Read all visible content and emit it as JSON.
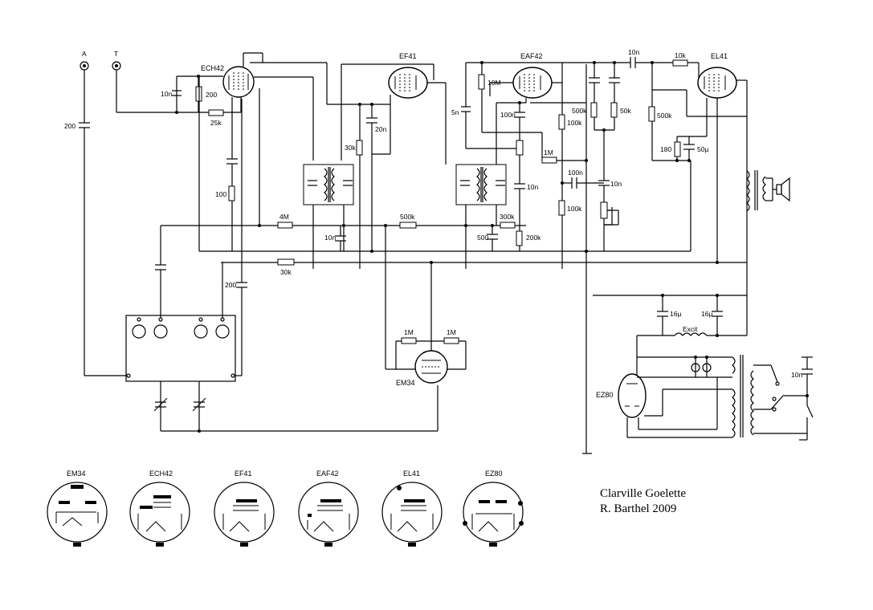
{
  "terminals": {
    "antenna": "A",
    "earth": "T"
  },
  "tubes": {
    "ech42": "ECH42",
    "ef41": "EF41",
    "eaf42": "EAF42",
    "el41": "EL41",
    "em34": "EM34",
    "ez80": "EZ80"
  },
  "components": {
    "c_ant": "200",
    "c_ech_grid": "10n",
    "r_ech_grid": "200",
    "r_25k": "25k",
    "r_100": "100",
    "c_200b": "200",
    "r_4m": "4M",
    "c_10n_b": "10n",
    "r_30k_ef": "30k",
    "c_20n": "20n",
    "r_500k": "500k",
    "r_30k": "30k",
    "c_5n": "5n",
    "r_10m": "10M",
    "c_100n": "100n",
    "r_1m_d": "1M",
    "r_100k_a": "100k",
    "c_10n_c": "10n",
    "r_300k": "300k",
    "c_500": "500",
    "r_200k": "200k",
    "c_10n_top": "10n",
    "r_10k": "10k",
    "r_500k_b": "500k",
    "r_50k": "50k",
    "r_500k_c": "500k",
    "r_180": "180",
    "c_50u": "50µ",
    "c_100n_b": "100n",
    "r_100k_b": "100k",
    "c_10n_d": "10n",
    "r_1m_em_l": "1M",
    "r_1m_em_r": "1M",
    "c_16u_a": "16µ",
    "c_16u_b": "16µ",
    "excit": "Excit",
    "c_10n_mains": "10n"
  },
  "pinouts": [
    {
      "label": "EM34"
    },
    {
      "label": "ECH42"
    },
    {
      "label": "EF41"
    },
    {
      "label": "EAF42"
    },
    {
      "label": "EL41"
    },
    {
      "label": "EZ80"
    }
  ],
  "credit": {
    "title": "Clarville Goelette",
    "author": "R. Barthel 2009"
  }
}
